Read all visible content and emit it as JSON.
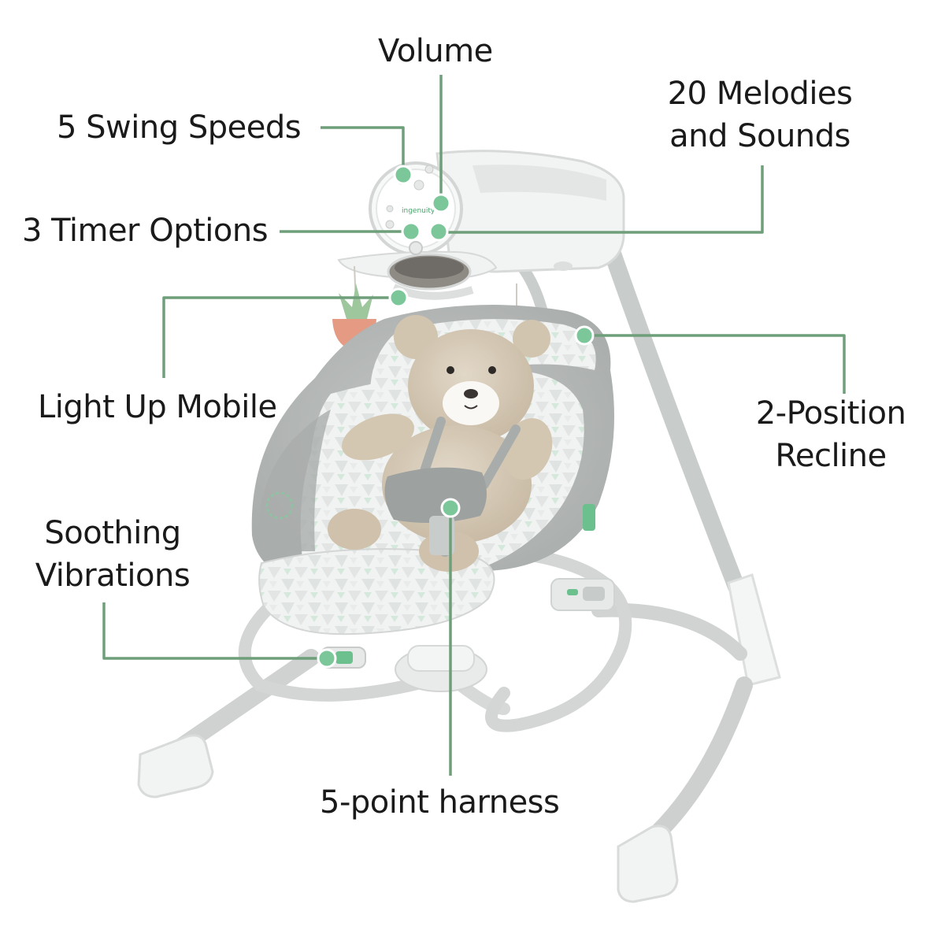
{
  "product": {
    "brand": "ingenuity"
  },
  "callouts": {
    "volume": "Volume",
    "melodies_line1": "20 Melodies",
    "melodies_line2": "and Sounds",
    "swing_speeds": "5 Swing Speeds",
    "timer_options": "3 Timer Options",
    "light_up_mobile": "Light Up Mobile",
    "recline_line1": "2-Position",
    "recline_line2": "Recline",
    "vibrations_line1": "Soothing",
    "vibrations_line2": "Vibrations",
    "harness": "5-point harness"
  },
  "colors": {
    "callout_line": "#6f9f7a",
    "callout_dot": "#7cc79a",
    "accent_green": "#6cc08e",
    "frame": "#d7dad8",
    "fabric_grey": "#b9bcbb",
    "fabric_light": "#eeefef",
    "bear": "#d7cbb9"
  }
}
